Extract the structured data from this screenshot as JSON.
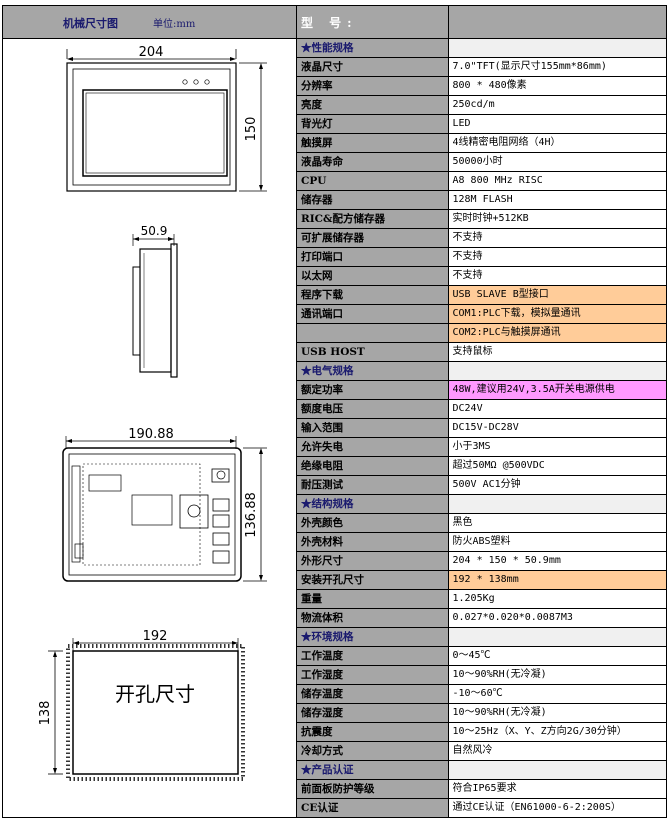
{
  "left_header": {
    "title": "机械尺寸图",
    "unit": "单位:mm"
  },
  "right_header": {
    "label": "型  号:"
  },
  "drawings": {
    "front": {
      "width": "204",
      "height": "150"
    },
    "side": {
      "depth": "50.9"
    },
    "back": {
      "width": "190.88",
      "height": "136.88"
    },
    "cutout": {
      "width": "192",
      "height": "138",
      "label": "开孔尺寸"
    }
  },
  "rows": [
    {
      "key": "★性能规格",
      "value": "",
      "section": true
    },
    {
      "key": "液晶尺寸",
      "value": "7.0\"TFT(显示尺寸155mm*86mm)"
    },
    {
      "key": "分辨率",
      "value": "800 * 480像素"
    },
    {
      "key": "亮度",
      "value": "250cd/m"
    },
    {
      "key": "背光灯",
      "value": "LED"
    },
    {
      "key": "触摸屏",
      "value": "4线精密电阻网络（4H）"
    },
    {
      "key": "液晶寿命",
      "value": "50000小时"
    },
    {
      "key": "CPU",
      "value": "A8 800 MHz RISC"
    },
    {
      "key": "储存器",
      "value": "128M FLASH"
    },
    {
      "key": "RIC&配方储存器",
      "value": "实时时钟+512KB"
    },
    {
      "key": "可扩展储存器",
      "value": "不支持"
    },
    {
      "key": "打印端口",
      "value": "不支持"
    },
    {
      "key": "以太网",
      "value": "不支持"
    },
    {
      "key": "程序下载",
      "value": "USB SLAVE B型接口",
      "hl": "orange"
    },
    {
      "key": "通讯端口",
      "value": "COM1:PLC下载，模拟量通讯",
      "hl": "orange"
    },
    {
      "key": "",
      "value": "COM2:PLC与触摸屏通讯",
      "hl": "orange"
    },
    {
      "key": "USB HOST",
      "value": "支持鼠标"
    },
    {
      "key": "★电气规格",
      "value": "",
      "section": true
    },
    {
      "key": "额定功率",
      "value": "48W,建议用24V,3.5A开关电源供电",
      "hl": "pink"
    },
    {
      "key": "额度电压",
      "value": "DC24V"
    },
    {
      "key": "输入范围",
      "value": "DC15V-DC28V"
    },
    {
      "key": "允许失电",
      "value": "小于3MS"
    },
    {
      "key": "绝缘电阻",
      "value": "超过50MΩ @500VDC"
    },
    {
      "key": "耐压测试",
      "value": "500V AC1分钟"
    },
    {
      "key": "★结构规格",
      "value": "",
      "section": true
    },
    {
      "key": "外壳颜色",
      "value": "黑色"
    },
    {
      "key": "外壳材料",
      "value": "防火ABS塑料"
    },
    {
      "key": "外形尺寸",
      "value": "204 * 150 * 50.9mm"
    },
    {
      "key": "安装开孔尺寸",
      "value": "192 * 138mm",
      "hl": "orange"
    },
    {
      "key": "重量",
      "value": "1.205Kg"
    },
    {
      "key": "物流体积",
      "value": "0.027*0.020*0.0087M3"
    },
    {
      "key": "★环境规格",
      "value": "",
      "section": true
    },
    {
      "key": "工作温度",
      "value": "0～45℃"
    },
    {
      "key": "工作湿度",
      "value": "10～90%RH(无冷凝)"
    },
    {
      "key": "储存温度",
      "value": "-10～60℃"
    },
    {
      "key": "储存湿度",
      "value": "10～90%RH(无冷凝)"
    },
    {
      "key": "抗震度",
      "value": "10～25Hz（X、Y、Z方向2G/30分钟）"
    },
    {
      "key": "冷却方式",
      "value": "自然风冷"
    },
    {
      "key": "★产品认证",
      "value": "",
      "section": true
    },
    {
      "key": "前面板防护等级",
      "value": "符合IP65要求"
    },
    {
      "key": "CE认证",
      "value": "通过CE认证（EN61000-6-2:200S）"
    }
  ]
}
